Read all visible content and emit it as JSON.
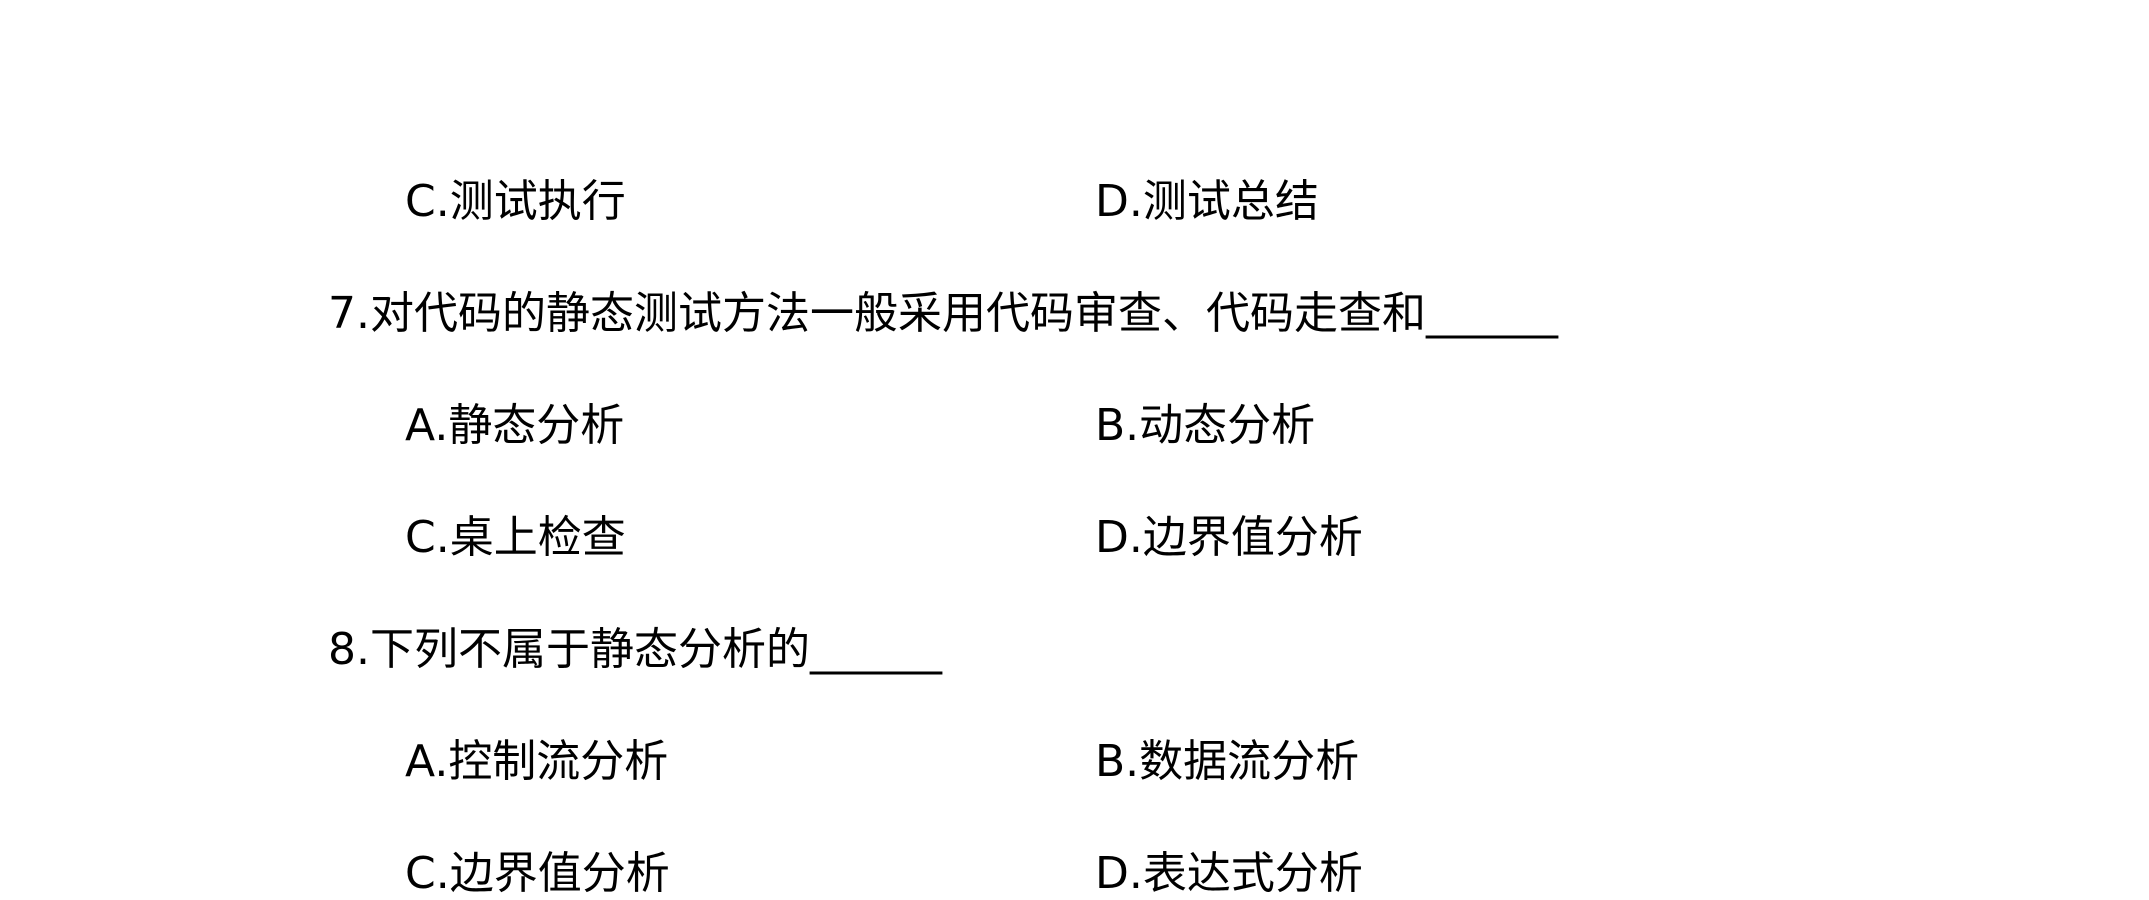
{
  "q6": {
    "option_c": "C.测试执行",
    "option_d": "D.测试总结"
  },
  "q7": {
    "question": "7.对代码的静态测试方法一般采用代码审查、代码走查和______",
    "option_a": "A.静态分析",
    "option_b": "B.动态分析",
    "option_c": "C.桌上检查",
    "option_d": "D.边界值分析"
  },
  "q8": {
    "question": "8.下列不属于静态分析的______",
    "option_a": "A.控制流分析",
    "option_b": "B.数据流分析",
    "option_c": "C.边界值分析",
    "option_d": "D.表达式分析"
  }
}
